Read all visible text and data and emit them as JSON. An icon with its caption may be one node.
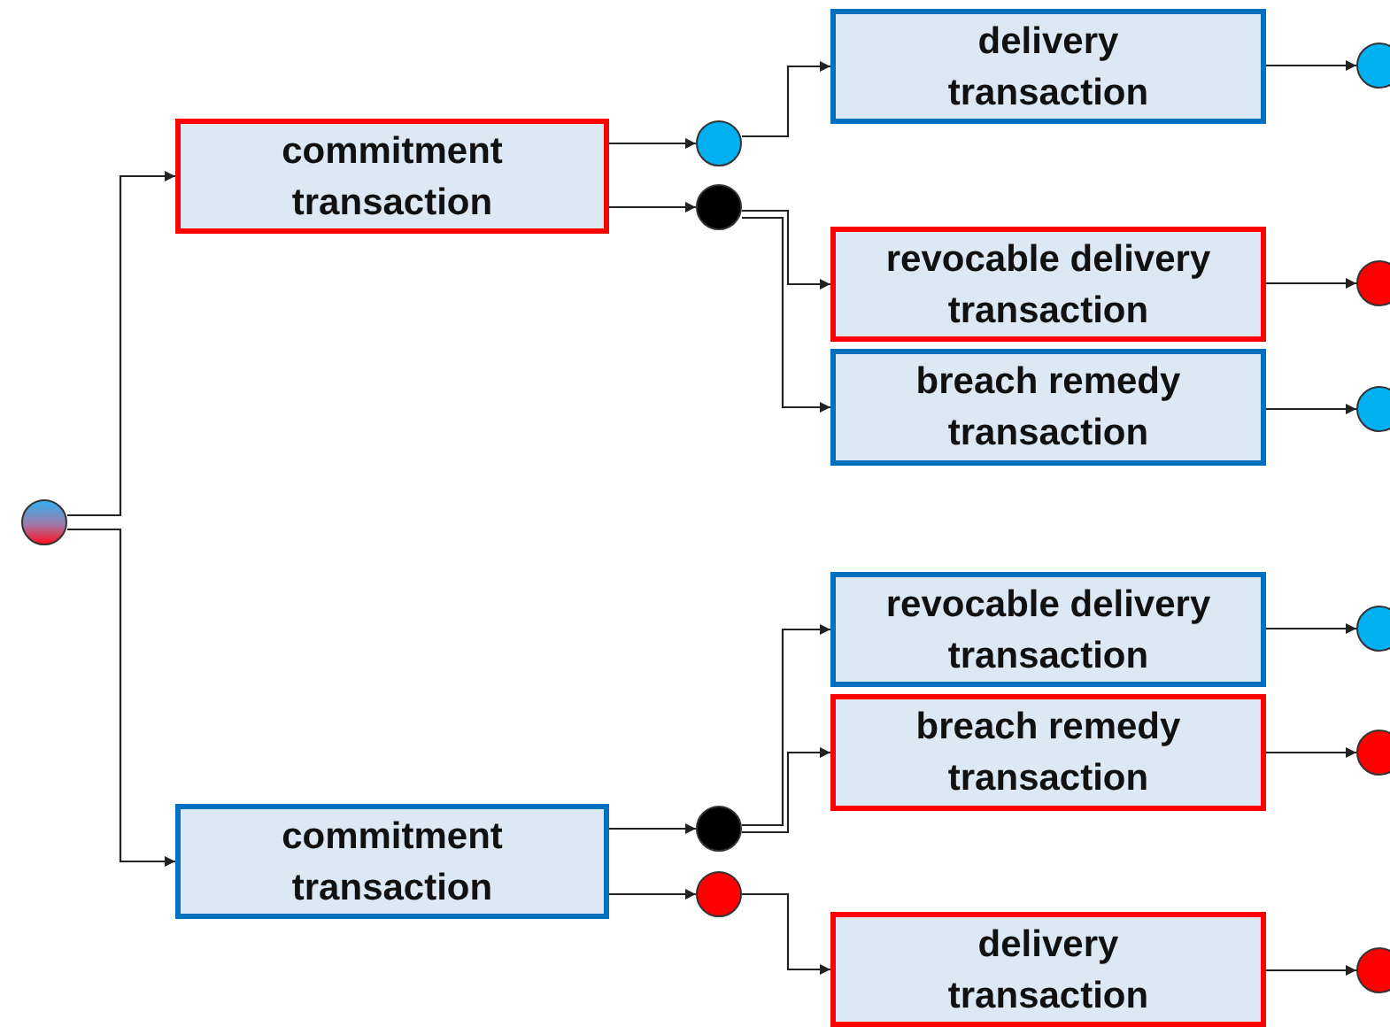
{
  "diagram": {
    "nodes": [
      {
        "text": [],
        "shape": "circle"
      },
      {
        "text": [
          "commitment transaction"
        ]
      },
      {
        "text": [],
        "shape": "circle"
      },
      {
        "text": [],
        "shape": "circle"
      },
      {
        "text": [
          "delivery transaction"
        ]
      },
      {
        "text": [],
        "shape": "circle"
      },
      {
        "text": [
          "revocable delivery transaction"
        ]
      },
      {
        "text": [],
        "shape": "circle"
      },
      {
        "text": [
          "breach remedy transaction"
        ]
      },
      {
        "text": [],
        "shape": "circle"
      },
      {
        "text": [
          "revocable delivery transaction"
        ]
      },
      {
        "text": [],
        "shape": "circle"
      },
      {
        "text": [
          "breach remedy transaction"
        ]
      },
      {
        "text": [],
        "shape": "circle"
      },
      {
        "text": [
          "commitment transaction"
        ]
      },
      {
        "text": [],
        "shape": "circle"
      },
      {
        "text": [],
        "shape": "circle"
      },
      {
        "text": [
          "delivery transaction"
        ]
      },
      {
        "text": [],
        "shape": "circle"
      }
    ],
    "edges": [
      {
        "from": 0,
        "to": 1,
        "arrow": "to"
      },
      {
        "from": 0,
        "to": 14,
        "arrow": "to"
      },
      {
        "from": 1,
        "to": 2,
        "arrow": "to"
      },
      {
        "from": 1,
        "to": 3,
        "arrow": "to"
      },
      {
        "from": 2,
        "to": 4,
        "arrow": "to"
      },
      {
        "from": 3,
        "to": 6,
        "arrow": "to"
      },
      {
        "from": 3,
        "to": 8,
        "arrow": "to"
      },
      {
        "from": 4,
        "to": 5,
        "arrow": "to"
      },
      {
        "from": 6,
        "to": 7,
        "arrow": "to"
      },
      {
        "from": 8,
        "to": 9,
        "arrow": "to"
      },
      {
        "from": 14,
        "to": 15,
        "arrow": "to"
      },
      {
        "from": 14,
        "to": 16,
        "arrow": "to"
      },
      {
        "from": 15,
        "to": 10,
        "arrow": "to"
      },
      {
        "from": 15,
        "to": 12,
        "arrow": "to"
      },
      {
        "from": 16,
        "to": 17,
        "arrow": "to"
      },
      {
        "from": 10,
        "to": 11,
        "arrow": "to"
      },
      {
        "from": 12,
        "to": 13,
        "arrow": "to"
      },
      {
        "from": 17,
        "to": 18,
        "arrow": "to"
      }
    ]
  }
}
